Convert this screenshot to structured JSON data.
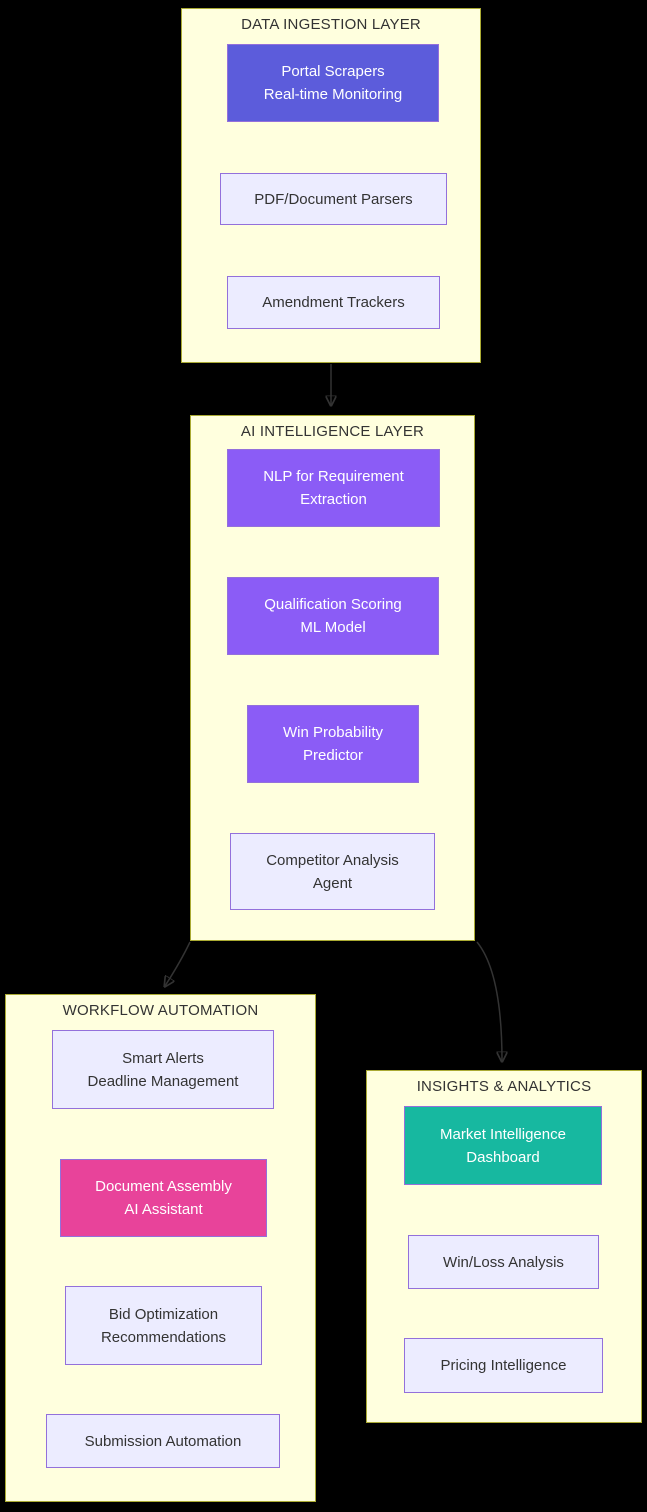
{
  "diagram": {
    "type": "flowchart",
    "background": "#000000",
    "colors": {
      "cluster_fill": "#ffffde",
      "cluster_border": "#aaaa33",
      "node_default_fill": "#ececff",
      "node_border": "#9370db",
      "node_blue": "#5c5cdb",
      "node_purple": "#8b5cf6",
      "node_pink": "#e8439a",
      "node_teal": "#17b8a0",
      "edge_color": "#333333",
      "text_dark": "#333333",
      "text_light": "#ffffff"
    },
    "containers": [
      {
        "id": "ingestion",
        "title": "DATA INGESTION LAYER",
        "nodes": [
          {
            "id": "portal-scrapers",
            "style": "blue",
            "lines": [
              "Portal Scrapers",
              "Real-time Monitoring"
            ]
          },
          {
            "id": "pdf-parsers",
            "style": "default",
            "lines": [
              "PDF/Document Parsers"
            ]
          },
          {
            "id": "amendment-trackers",
            "style": "default",
            "lines": [
              "Amendment Trackers"
            ]
          }
        ]
      },
      {
        "id": "ai-intelligence",
        "title": "AI INTELLIGENCE LAYER",
        "nodes": [
          {
            "id": "nlp-extraction",
            "style": "purple",
            "lines": [
              "NLP for Requirement",
              "Extraction"
            ]
          },
          {
            "id": "qualification-scoring",
            "style": "purple",
            "lines": [
              "Qualification Scoring",
              "ML Model"
            ]
          },
          {
            "id": "win-probability",
            "style": "purple",
            "lines": [
              "Win Probability",
              "Predictor"
            ]
          },
          {
            "id": "competitor-analysis",
            "style": "default",
            "lines": [
              "Competitor Analysis",
              "Agent"
            ]
          }
        ]
      },
      {
        "id": "workflow-automation",
        "title": "WORKFLOW AUTOMATION",
        "nodes": [
          {
            "id": "smart-alerts",
            "style": "default",
            "lines": [
              "Smart Alerts",
              "Deadline Management"
            ]
          },
          {
            "id": "document-assembly",
            "style": "pink",
            "lines": [
              "Document Assembly",
              "AI Assistant"
            ]
          },
          {
            "id": "bid-optimization",
            "style": "default",
            "lines": [
              "Bid Optimization",
              "Recommendations"
            ]
          },
          {
            "id": "submission-automation",
            "style": "default",
            "lines": [
              "Submission Automation"
            ]
          }
        ]
      },
      {
        "id": "insights-analytics",
        "title": "INSIGHTS & ANALYTICS",
        "nodes": [
          {
            "id": "market-intelligence",
            "style": "teal",
            "lines": [
              "Market Intelligence",
              "Dashboard"
            ]
          },
          {
            "id": "win-loss-analysis",
            "style": "default",
            "lines": [
              "Win/Loss Analysis"
            ]
          },
          {
            "id": "pricing-intelligence",
            "style": "default",
            "lines": [
              "Pricing Intelligence"
            ]
          }
        ]
      }
    ],
    "edges": [
      {
        "from": "ingestion",
        "to": "ai-intelligence"
      },
      {
        "from": "ai-intelligence",
        "to": "workflow-automation"
      },
      {
        "from": "ai-intelligence",
        "to": "insights-analytics"
      }
    ]
  }
}
